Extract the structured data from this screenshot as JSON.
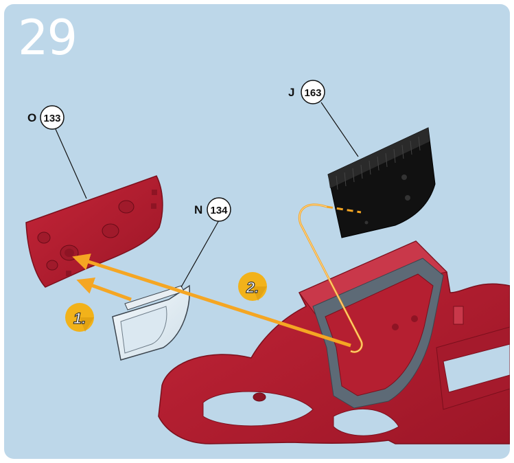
{
  "step_number": "29",
  "callouts": [
    {
      "letter": "O",
      "number": "133"
    },
    {
      "letter": "N",
      "number": "134"
    },
    {
      "letter": "J",
      "number": "163"
    }
  ],
  "sequence_badges": [
    "1.",
    "2."
  ],
  "colors": {
    "panel_background": "#bdd7e9",
    "part_red": "#b51f31",
    "part_black": "#111111",
    "arrow_orange": "#f5a623",
    "badge_yellow": "#f2b21a"
  }
}
